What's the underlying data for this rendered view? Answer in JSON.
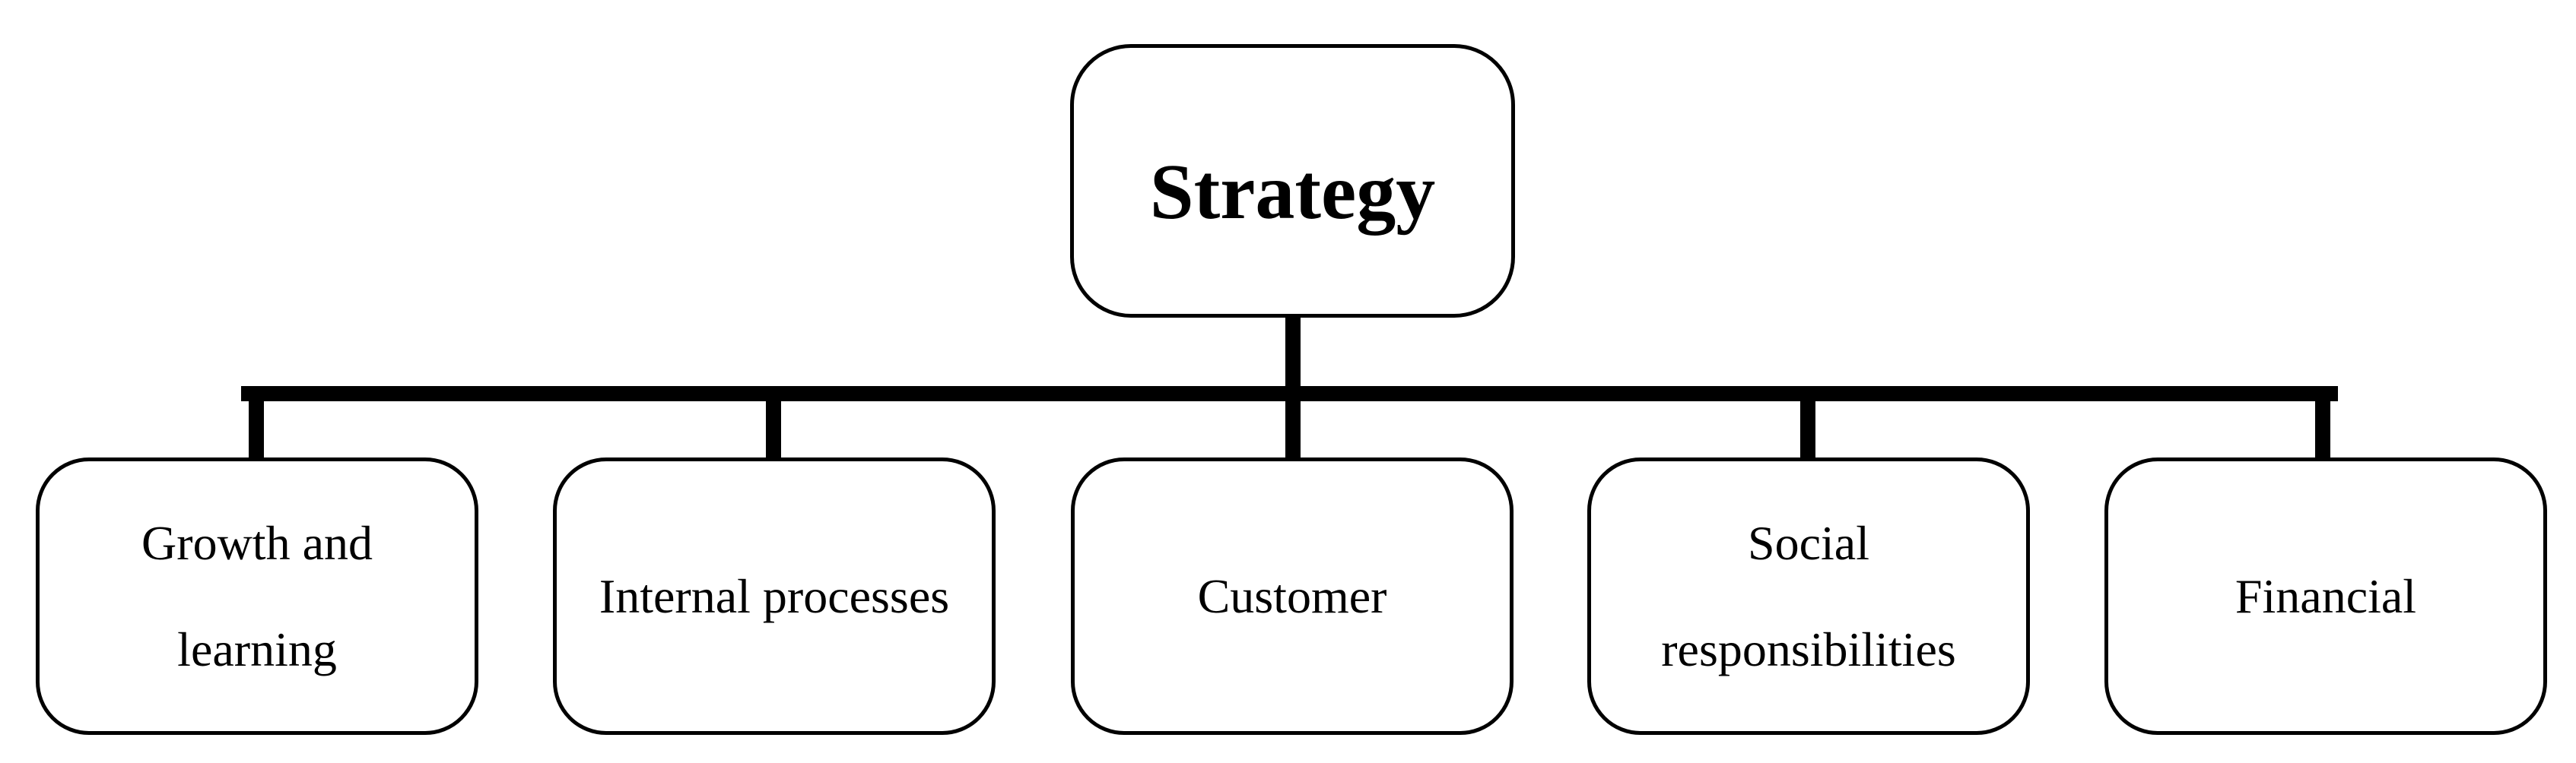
{
  "diagram": {
    "root": {
      "label": "Strategy"
    },
    "children": [
      {
        "label": "Growth and learning"
      },
      {
        "label": "Internal processes"
      },
      {
        "label": "Customer"
      },
      {
        "label": "Social responsibilities"
      },
      {
        "label": "Financial"
      }
    ],
    "colors": {
      "line": "#000000",
      "box_fill": "#ffffff",
      "text": "#000000"
    }
  }
}
